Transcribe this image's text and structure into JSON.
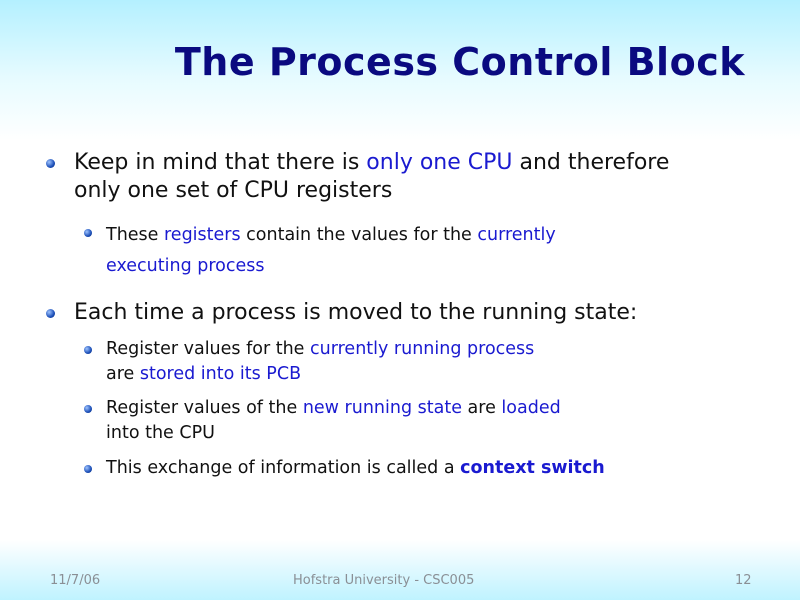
{
  "title": "The Process Control Block",
  "bullets": [
    {
      "line1": [
        "Keep in mind that there is ",
        "only one CPU",
        " and therefore"
      ],
      "line2": "only one set of CPU registers",
      "sub": [
        {
          "line1": [
            "These ",
            "registers",
            " contain the values for the ",
            "currently"
          ],
          "line2": "executing process"
        }
      ]
    },
    {
      "line1": "Each time a process is moved to the running state:",
      "sub": [
        {
          "line1": [
            "Register values for the ",
            "currently running process"
          ],
          "line2": [
            "are ",
            "stored into its PCB"
          ]
        },
        {
          "line1": [
            "Register values of the ",
            "new running state",
            " are ",
            "loaded"
          ],
          "line2": "into the CPU"
        },
        {
          "line1": [
            "This exchange of information is called a ",
            "context switch"
          ]
        }
      ]
    }
  ],
  "footer": {
    "date": "11/7/06",
    "center": "Hofstra University - CSC005",
    "page": "12"
  }
}
